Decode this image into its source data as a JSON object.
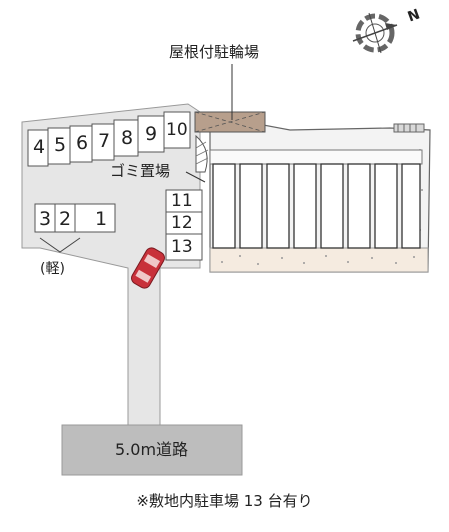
{
  "labels": {
    "bicycle_parking": "屋根付駐輪場",
    "garbage_area": "ゴミ置場",
    "kei_car": "(軽)",
    "road": "5.0m道路",
    "footer_note": "※敷地内駐車場 13 台有り"
  },
  "parking_spaces": {
    "top_row": [
      "4",
      "5",
      "6",
      "7",
      "8",
      "9",
      "10"
    ],
    "left_group": [
      "3",
      "2",
      "1"
    ],
    "middle_column": [
      "11",
      "12",
      "13"
    ]
  },
  "compass": {
    "north_letter": "N"
  },
  "colors": {
    "lot_gray": "#e6e6e6",
    "road_gray": "#bdbdbd",
    "bike_roof": "#b79f8c",
    "building_fill": "#f3f3f3",
    "planting_strip": "#f5ebe0",
    "car_red": "#c8313a",
    "line": "#555555"
  }
}
